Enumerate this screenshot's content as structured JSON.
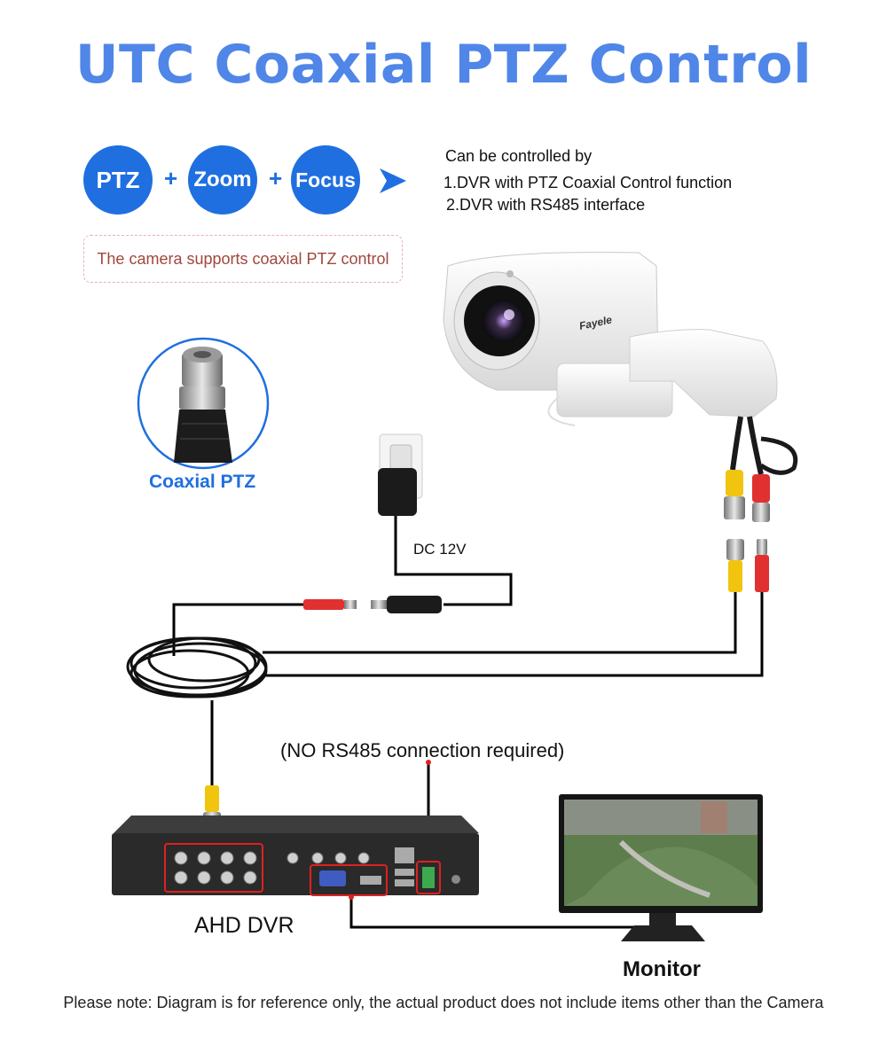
{
  "title": "UTC Coaxial PTZ Control",
  "features": {
    "ptz": "PTZ",
    "plus1": "+",
    "zoom": "Zoom",
    "plus2": "+",
    "focus": "Focus"
  },
  "control": {
    "heading": "Can be controlled by",
    "line1": "1.DVR with PTZ Coaxial Control function",
    "line2": "2.DVR with RS485 interface"
  },
  "note": "The camera supports coaxial PTZ control",
  "camera": {
    "brand": "Fayele"
  },
  "connector": {
    "label": "Coaxial PTZ"
  },
  "power": {
    "label": "DC 12V"
  },
  "rs485_note": "(NO RS485 connection required)",
  "dvr": {
    "label": "AHD DVR"
  },
  "monitor": {
    "label": "Monitor"
  },
  "footnote": "Please note: Diagram is for reference only, the actual product does not include items other than the Camera",
  "colors": {
    "title": "#4f86e8",
    "accent": "#1f6fe0",
    "highlight": "#e02020",
    "note_text": "#a0473d"
  }
}
